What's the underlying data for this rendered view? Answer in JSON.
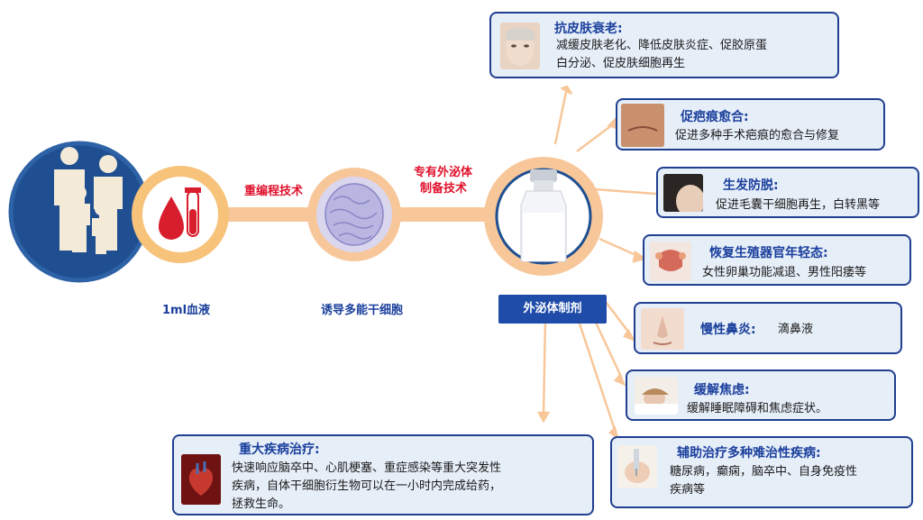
{
  "flow": {
    "blood_label": "1ml血液",
    "ipsc_label": "诱导多能干细胞",
    "exosome_label": "外泌体制剂",
    "step1_tech": "重编程技术",
    "step2_tech_line1": "专有外泌体",
    "step2_tech_line2": "制备技术"
  },
  "applications": [
    {
      "id": "anti-aging",
      "title": "抗皮肤衰老:",
      "desc_lines": [
        "减缓皮肤老化、降低皮肤炎症、促胶原蛋",
        "白分泌、促皮肤细胞再生"
      ],
      "icon": "face-thumbnail-icon"
    },
    {
      "id": "scar-healing",
      "title": "促疤痕愈合:",
      "desc_lines": [
        "促进多种手术疤痕的愈合与修复"
      ],
      "icon": "scar-thumbnail-icon"
    },
    {
      "id": "hair-growth",
      "title": "生发防脱:",
      "desc_lines": [
        "促进毛囊干细胞再生，白转黑等"
      ],
      "icon": "hair-thumbnail-icon"
    },
    {
      "id": "reproductive",
      "title": "恢复生殖器官年轻态:",
      "desc_lines": [
        "女性卵巢功能减退、男性阳痿等"
      ],
      "icon": "organ-thumbnail-icon"
    },
    {
      "id": "rhinitis",
      "title": "慢性鼻炎:",
      "desc_inline": "滴鼻液",
      "icon": "nose-thumbnail-icon"
    },
    {
      "id": "anxiety",
      "title": "缓解焦虑:",
      "desc_lines": [
        "缓解睡眠障碍和焦虑症状。"
      ],
      "icon": "sleep-thumbnail-icon"
    },
    {
      "id": "refractory",
      "title": "辅助治疗多种难治性疾病:",
      "desc_lines": [
        "糖尿病，癫痫，脑卒中、自身免疫性",
        "疾病等"
      ],
      "icon": "injection-thumbnail-icon"
    },
    {
      "id": "major-disease",
      "title": "重大疾病治疗:",
      "desc_lines": [
        "快速响应脑卒中、心肌梗塞、重症感染等重大突发性",
        "疾病，自体干细胞衍生物可以在一小时内完成给药，",
        "拯救生命。"
      ],
      "icon": "heart-thumbnail-icon"
    }
  ],
  "colors": {
    "navy": "#1f3f8f",
    "circle_ring": "#f7c27a",
    "circle_fill": "#ffffff",
    "arrow": "#f7c79a",
    "box_bg": "#e6eef8",
    "title_blue": "#1a3f9c",
    "red": "#e0122c"
  }
}
